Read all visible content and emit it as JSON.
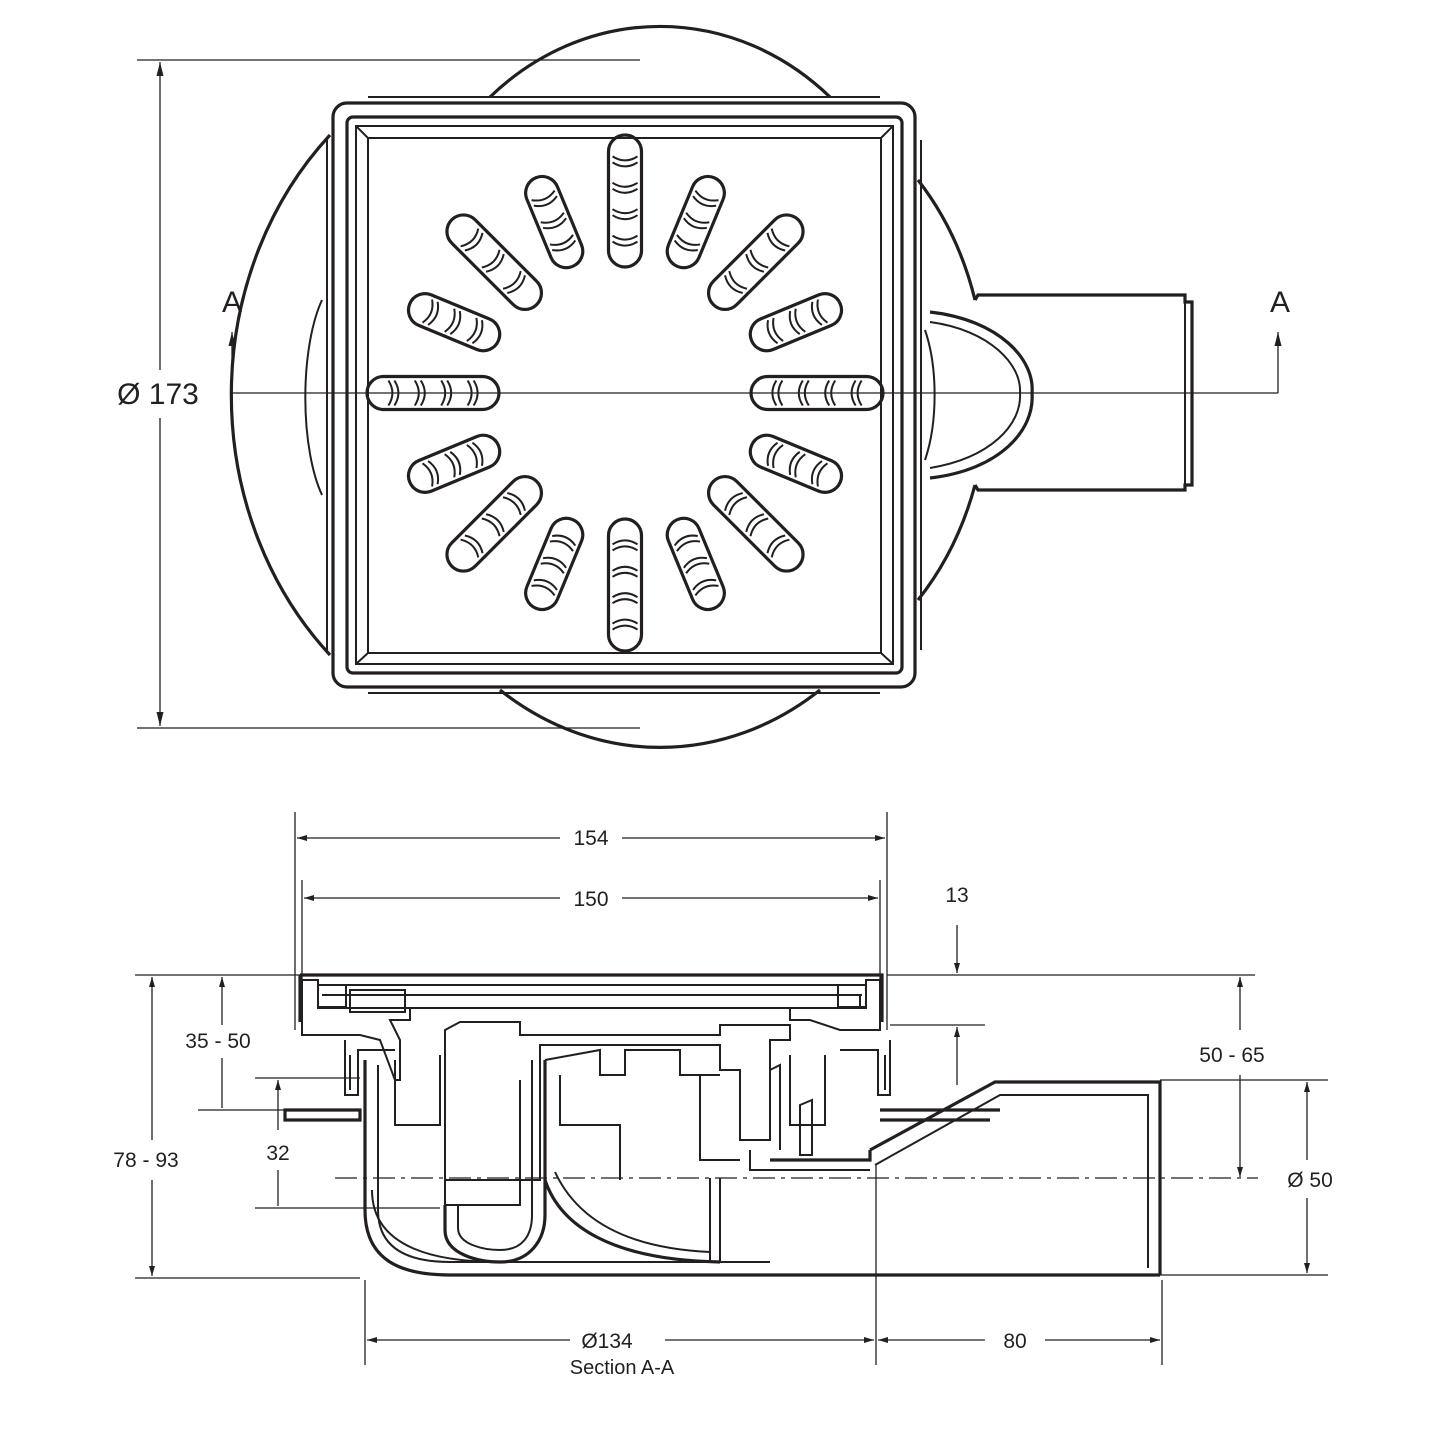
{
  "top_view": {
    "diameter_label": "Ø 173",
    "section_marker_left": "A",
    "section_marker_right": "A",
    "slot_count": 16
  },
  "section_view": {
    "dims": {
      "width_outer": "154",
      "width_inner": "150",
      "grate_depth": "13",
      "adjust_range": "35 - 50",
      "total_height": "78 - 93",
      "seal_depth": "32",
      "outlet_height": "50 - 65",
      "outlet_diameter": "Ø 50",
      "body_diameter": "Ø134",
      "outlet_length": "80"
    },
    "caption": "Section A-A"
  },
  "colors": {
    "line": "#231f20",
    "background": "#ffffff"
  }
}
